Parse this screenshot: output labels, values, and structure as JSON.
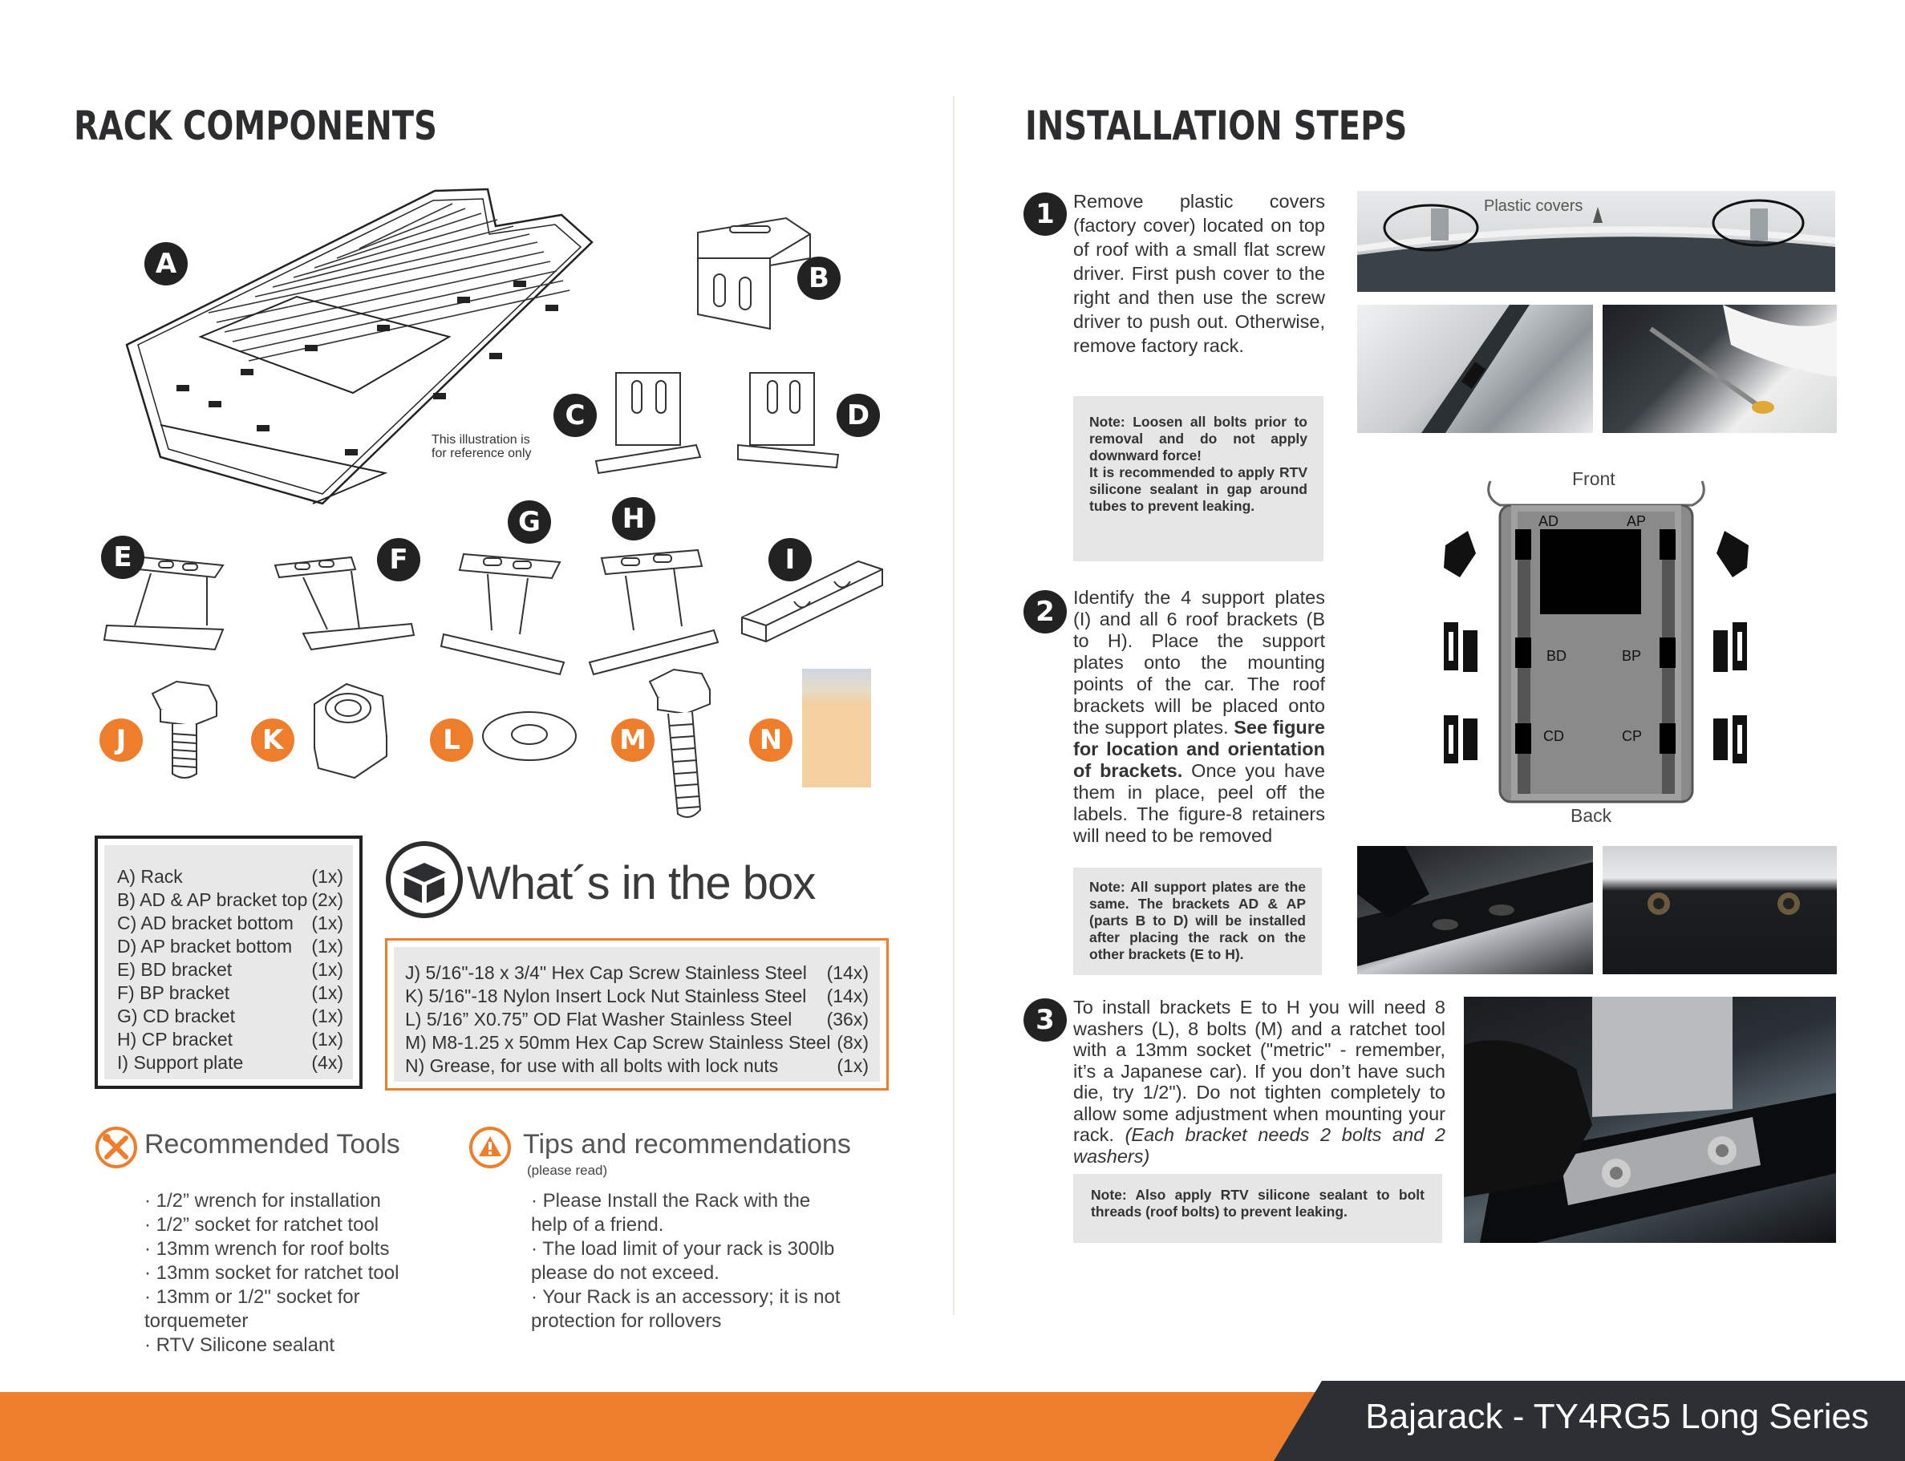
{
  "left": {
    "title": "RACK COMPONENTS",
    "illustration_note_line1": "This illustration is",
    "illustration_note_line2": "for reference only",
    "part_labels": [
      "A",
      "B",
      "C",
      "D",
      "E",
      "F",
      "G",
      "H",
      "I",
      "J",
      "K",
      "L",
      "M",
      "N"
    ],
    "components": [
      {
        "name": "A) Rack",
        "qty": "(1x)"
      },
      {
        "name": "B) AD & AP bracket top",
        "qty": "(2x)"
      },
      {
        "name": "C) AD bracket bottom",
        "qty": "(1x)"
      },
      {
        "name": "D) AP bracket bottom",
        "qty": "(1x)"
      },
      {
        "name": "E) BD bracket",
        "qty": "(1x)"
      },
      {
        "name": "F) BP bracket",
        "qty": "(1x)"
      },
      {
        "name": "G) CD bracket",
        "qty": "(1x)"
      },
      {
        "name": "H) CP bracket",
        "qty": "(1x)"
      },
      {
        "name": "I) Support plate",
        "qty": "(4x)"
      }
    ],
    "box_title": "What´s in the box",
    "hardware": [
      {
        "name": "J) 5/16\"-18 x 3/4\" Hex Cap Screw Stainless Steel",
        "qty": "(14x)"
      },
      {
        "name": "K) 5/16\"-18  Nylon Insert Lock Nut Stainless Steel",
        "qty": "(14x)"
      },
      {
        "name": "L) 5/16” X0.75” OD Flat Washer Stainless Steel",
        "qty": "(36x)"
      },
      {
        "name": "M) M8-1.25 x 50mm Hex Cap Screw Stainless Steel",
        "qty": "(8x)"
      },
      {
        "name": "N) Grease, for use with all bolts with lock nuts",
        "qty": "(1x)"
      }
    ],
    "tools_title": "Recommended Tools",
    "tools": [
      "· 1/2” wrench for installation",
      "· 1/2” socket for ratchet tool",
      "· 13mm wrench for roof bolts",
      "· 13mm socket for ratchet tool",
      "· 13mm or 1/2\" socket for",
      "torquemeter",
      "· RTV Silicone sealant"
    ],
    "tips_title": "Tips and recommendations",
    "tips_subtitle": "(please read)",
    "tips": [
      "· Please Install the Rack with the",
      "help of a friend.",
      "· The load limit of your rack is 300lb",
      "please do not exceed.",
      "· Your Rack is an accessory; it is not",
      "protection for rollovers"
    ]
  },
  "right": {
    "title": "INSTALLATION STEPS",
    "step1": {
      "num": "1",
      "text": "Remove plastic covers (factory cover) located on top of roof with a small flat screw driver. First push cover to the right and then use the screw driver to push out. Otherwise, remove factory rack.",
      "note_a": "Note: Loosen all bolts prior to removal and do not apply downward force!",
      "note_b": "It is recommended to apply RTV silicone sealant in gap around tubes to prevent leaking.",
      "photo_label": "Plastic covers"
    },
    "step2": {
      "num": "2",
      "text_a": "Identify the 4 support plates (I) and all 6 roof brackets (B to H). Place the support plates onto the mounting points of the car. The roof brackets will be placed onto the support plates. ",
      "text_bold": "See figure for location and orientation of brackets.",
      "text_b": " Once you have them in place, peel off the labels. The figure-8 retainers will need to be removed",
      "note": "Note: All support plates are the same. The brackets AD & AP (parts B to D) will be installed after placing the rack on the other brackets (E to H).",
      "diagram": {
        "front": "Front",
        "back": "Back",
        "labels": [
          "AD",
          "AP",
          "BD",
          "BP",
          "CD",
          "CP"
        ]
      }
    },
    "step3": {
      "num": "3",
      "text_a": "To install brackets E to H you will need 8 washers (L), 8 bolts (M) and a ratchet tool with a 13mm socket (\"metric\" - remember, it’s a Japanese car). If you don’t have such die, try 1/2\"). Do not tighten completely to allow some adjustment when mounting your rack. ",
      "text_italic": "(Each bracket needs 2 bolts and 2 washers)",
      "note": "Note:  Also apply RTV silicone sealant to bolt threads (roof bolts) to prevent leaking."
    }
  },
  "footer": {
    "text": "Bajarack - TY4RG5 Long Series",
    "accent": "#ef7e2c",
    "dark": "#2c2f33"
  }
}
